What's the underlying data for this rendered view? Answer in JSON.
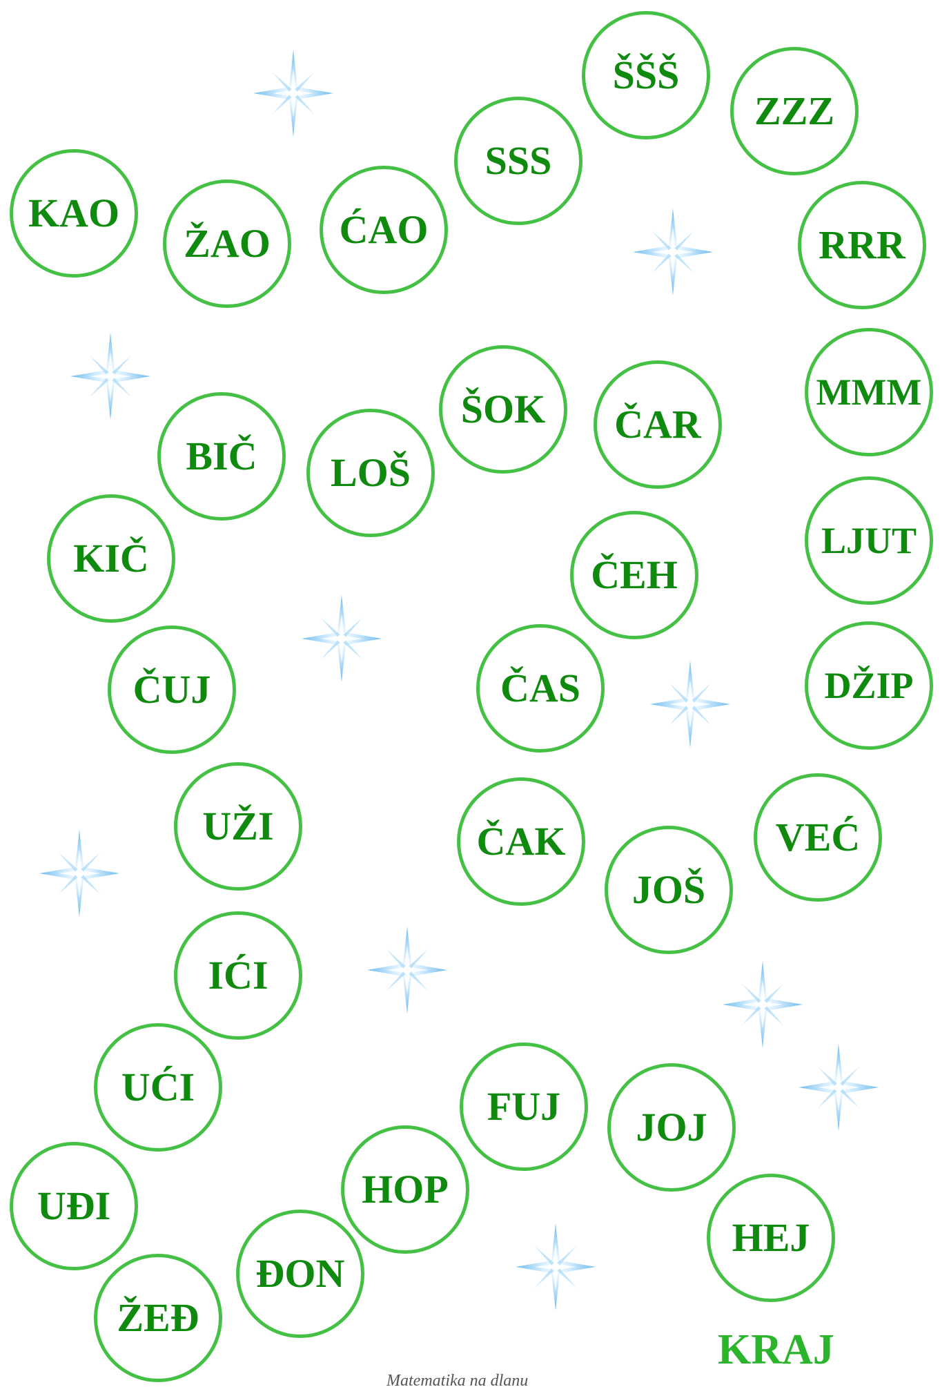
{
  "words": [
    "KAO",
    "ŽAO",
    "ĆAO",
    "SSS",
    "ŠŠŠ",
    "ZZZ",
    "RRR",
    "MMM",
    "LJUT",
    "DŽIP",
    "VEĆ",
    "JOŠ",
    "ČAK",
    "ČAS",
    "ČEH",
    "ČAR",
    "ŠOK",
    "LOŠ",
    "BIČ",
    "KIČ",
    "ČUJ",
    "UŽI",
    "IĆI",
    "UĆI",
    "UĐI",
    "ŽEĐ",
    "ĐON",
    "HOP",
    "FUJ",
    "JOJ",
    "HEJ"
  ],
  "end_label": "KRAJ",
  "footer": "Matematika na dlanu",
  "colors": {
    "circle_border": "#44c044",
    "word_text": "#0f8a0f",
    "end_label": "#2cb52c",
    "star": "#7cc4f0"
  },
  "icons": [
    "sparkle-star-icon"
  ]
}
